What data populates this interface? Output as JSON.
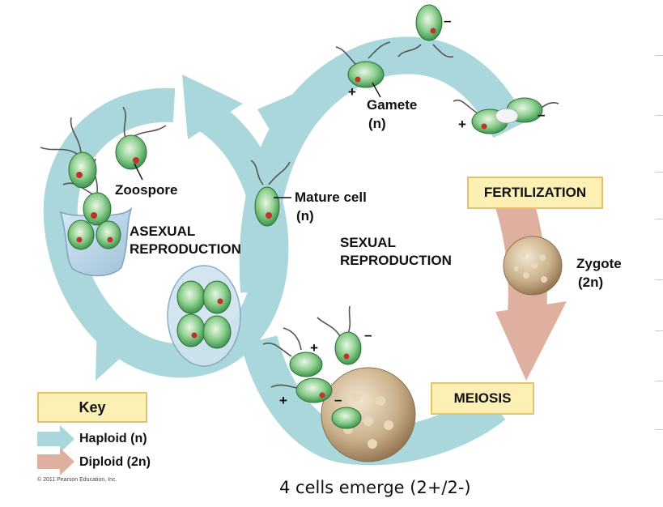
{
  "labels": {
    "zoospore": "Zoospore",
    "asexual_line1": "ASEXUAL",
    "asexual_line2": "REPRODUCTION",
    "mature_cell_line1": "Mature cell",
    "mature_cell_line2": "(n)",
    "gamete_line1": "Gamete",
    "gamete_line2": "(n)",
    "sexual_line1": "SEXUAL",
    "sexual_line2": "REPRODUCTION",
    "fertilization": "FERTILIZATION",
    "zygote_line1": "Zygote",
    "zygote_line2": "(2n)",
    "meiosis": "MEIOSIS",
    "caption": "4 cells emerge (2+/2-)",
    "copyright": "© 2011 Pearson Education, Inc."
  },
  "signs": {
    "plus": "+",
    "minus": "–"
  },
  "key": {
    "title": "Key",
    "haploid": "Haploid (n)",
    "diploid": "Diploid (2n)"
  },
  "colors": {
    "haploid_arrow": "#a9d7db",
    "diploid_arrow": "#dfb0a0",
    "label_box_fill": "#fdf0b5",
    "label_box_border": "#e3c26a",
    "cell_green": "#4aa35a",
    "eyespot_red": "#c0322b"
  }
}
